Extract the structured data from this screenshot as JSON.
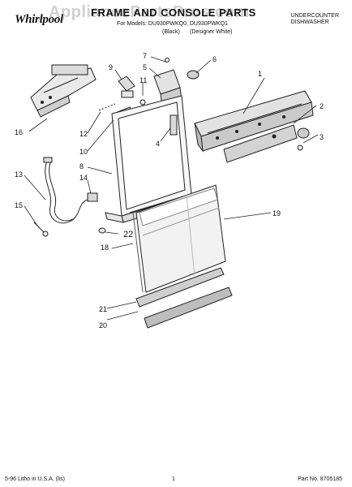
{
  "brand": {
    "logo_text": "Whirlpool"
  },
  "watermark": "AppliancePartsPros.com",
  "header": {
    "title": "FRAME AND CONSOLE PARTS",
    "for_models": "For Models: DU930PWKQ0, DU930PWKQ1",
    "color_black": "(Black)",
    "color_designer": "(Designer White)",
    "product_line1": "UNDERCOUNTER",
    "product_line2": "DISHWASHER"
  },
  "callouts": {
    "c1": "1",
    "c2": "2",
    "c3": "3",
    "c4": "4",
    "c5": "5",
    "c6": "6",
    "c7": "7",
    "c8": "8",
    "c9": "9",
    "c10": "10",
    "c11": "11",
    "c12": "12",
    "c13": "13",
    "c14": "14",
    "c15": "15",
    "c16": "16",
    "c18": "18",
    "c19": "19",
    "c20": "20",
    "c21": "21",
    "c22": "22"
  },
  "footer": {
    "litho": "5-96 Litho in U.S.A. (lis)",
    "page": "1",
    "part_no": "Part No. 8705185"
  }
}
